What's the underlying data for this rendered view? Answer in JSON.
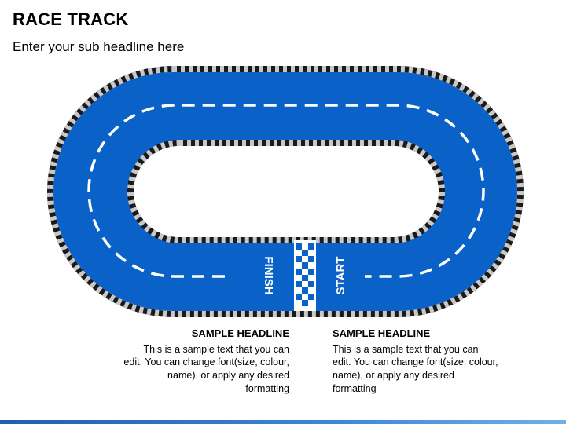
{
  "header": {
    "title": "RACE TRACK",
    "subtitle": "Enter your sub headline here"
  },
  "track": {
    "finish_label": "FINISH",
    "start_label": "START",
    "track_color": "#0a62c9",
    "inner_color": "#ffffff",
    "border_dark": "#1a1a1a",
    "border_light": "#c8c8c8",
    "lane_color": "#ffffff"
  },
  "blocks": [
    {
      "headline": "SAMPLE HEADLINE",
      "lines": [
        "This is a sample text that you can",
        "edit. You can change font(size, colour,",
        "name), or apply any desired",
        "formatting"
      ]
    },
    {
      "headline": "SAMPLE HEADLINE",
      "lines": [
        "This is a sample text that you can",
        "edit. You can change font(size, colour,",
        "name), or apply any desired",
        "formatting"
      ]
    }
  ],
  "footer": {
    "accent": "#1f5fb0"
  }
}
